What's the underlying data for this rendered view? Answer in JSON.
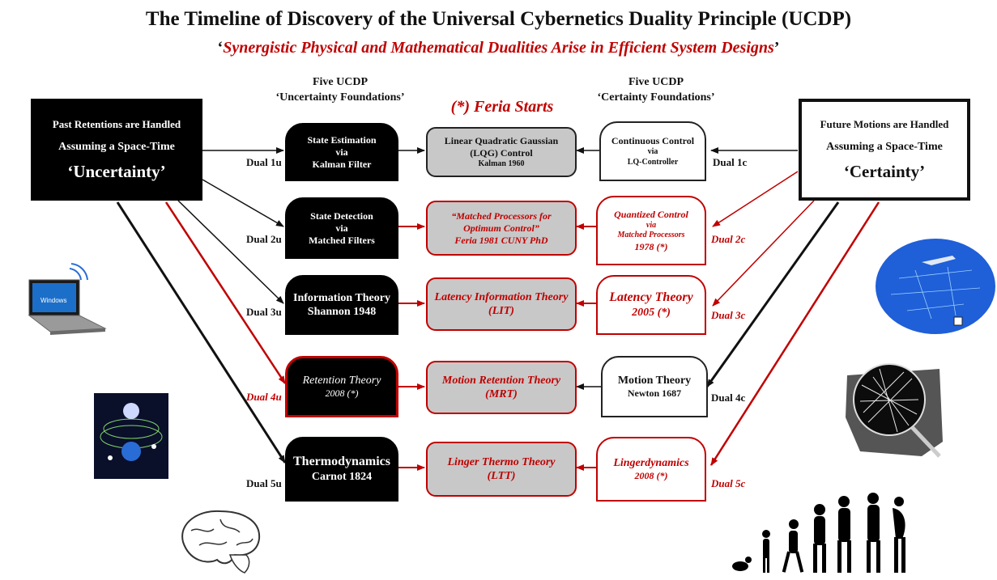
{
  "title": "The Timeline of Discovery of the Universal Cybernetics Duality Principle (UCDP)",
  "subtitle": {
    "open_quote": "‘",
    "text": "Synergistic Physical and Mathematical Dualities Arise in Efficient System Designs",
    "close_quote": "’"
  },
  "headers": {
    "left_line1": "Five UCDP",
    "left_line2": "‘Uncertainty Foundations’",
    "right_line1": "Five UCDP",
    "right_line2": "‘Certainty Foundations’",
    "feria": "(*) Feria Starts"
  },
  "past_box": {
    "line1": "Past Retentions are Handled",
    "line2": "Assuming a Space-Time",
    "line3": "‘Uncertainty’"
  },
  "future_box": {
    "line1": "Future Motions are Handled",
    "line2": "Assuming a Space-Time",
    "line3": "‘Certainty’"
  },
  "rows": [
    {
      "left": [
        "State Estimation",
        "via",
        "Kalman Filter"
      ],
      "center": [
        "Linear Quadratic Gaussian",
        "(LQG) Control",
        "Kalman 1960"
      ],
      "right": [
        "Continuous Control",
        "via",
        "LQ-Controller"
      ],
      "dual_u": "Dual 1u",
      "dual_c": "Dual 1c"
    },
    {
      "left": [
        "State Detection",
        "via",
        "Matched Filters"
      ],
      "center": [
        "“Matched Processors for",
        "Optimum Control”",
        "Feria 1981 CUNY PhD"
      ],
      "right": [
        "Quantized Control",
        "via",
        "Matched Processors",
        "1978 (*)"
      ],
      "dual_u": "Dual 2u",
      "dual_c": "Dual 2c"
    },
    {
      "left": [
        "Information Theory",
        "Shannon 1948"
      ],
      "center": [
        "Latency Information Theory",
        "(LIT)"
      ],
      "right": [
        "Latency Theory",
        "2005 (*)"
      ],
      "dual_u": "Dual 3u",
      "dual_c": "Dual 3c"
    },
    {
      "left": [
        "Retention Theory",
        "2008 (*)"
      ],
      "center": [
        "Motion Retention Theory",
        "(MRT)"
      ],
      "right": [
        "Motion Theory",
        "Newton 1687"
      ],
      "dual_u": "Dual 4u",
      "dual_c": "Dual 4c"
    },
    {
      "left": [
        "Thermodynamics",
        "Carnot 1824"
      ],
      "center": [
        "Linger Thermo Theory",
        "(LTT)"
      ],
      "right": [
        "Lingerdynamics",
        "2008 (*)"
      ],
      "dual_u": "Dual 5u",
      "dual_c": "Dual 5c"
    }
  ],
  "images": {
    "laptop_logo": "Windows"
  },
  "colors": {
    "red": "#c00000",
    "black": "#000000",
    "gray_box": "#c8c8c8"
  },
  "icons": [
    "laptop-icon",
    "earth-satellite-icon",
    "brain-icon",
    "aircraft-radar-icon",
    "particle-chamber-icon",
    "human-evolution-icon"
  ]
}
